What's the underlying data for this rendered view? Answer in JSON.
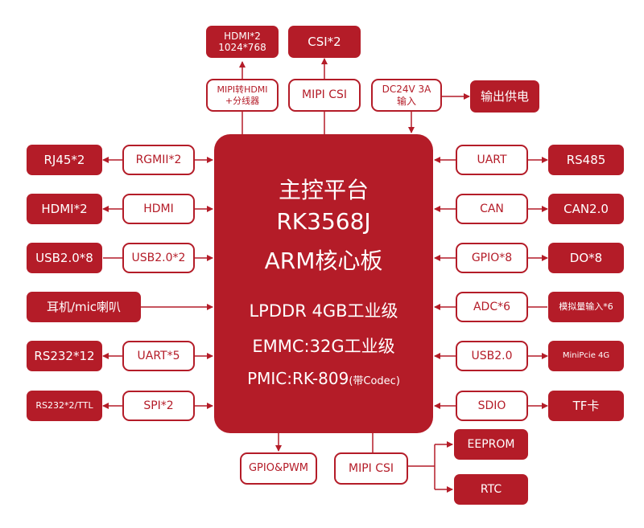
{
  "colors": {
    "accent": "#b41c28",
    "text_on_accent": "#ffffff",
    "background": "#ffffff"
  },
  "core": {
    "title_line1": "主控平台",
    "title_line2": "RK3568J",
    "title_line3": "ARM核心板",
    "spec_ram": "LPDDR 4GB工业级",
    "spec_emmc": "EMMC:32G工业级",
    "spec_pmic": "PMIC:RK-809",
    "spec_pmic_note": "(带Codec)"
  },
  "top": {
    "hdmi_out_line1": "HDMI*2",
    "hdmi_out_line2": "1024*768",
    "csi_out": "CSI*2",
    "mipi_bridge_line1": "MIPI转HDMI",
    "mipi_bridge_line2": "+分线器",
    "mipi_csi": "MIPI CSI",
    "power_in_line1": "DC24V 3A",
    "power_in_line2": "输入",
    "power_out": "输出供电"
  },
  "left": {
    "rj45": "RJ45*2",
    "rgmii": "RGMII*2",
    "hdmi_ext": "HDMI*2",
    "hdmi_if": "HDMI",
    "usb_ext": "USB2.0*8",
    "usb_if": "USB2.0*2",
    "audio": "耳机/mic喇叭",
    "rs232_ext": "RS232*12",
    "uart_if": "UART*5",
    "rs232_ttl": "RS232*2/TTL",
    "spi_if": "SPI*2"
  },
  "right": {
    "uart_if": "UART",
    "rs485": "RS485",
    "can_if": "CAN",
    "can_ext": "CAN2.0",
    "gpio_if": "GPIO*8",
    "do_ext": "DO*8",
    "adc_if": "ADC*6",
    "analog_ext": "模拟量输入*6",
    "usb_if": "USB2.0",
    "minipcie": "MiniPcie 4G",
    "sdio_if": "SDIO",
    "tf_ext": "TF卡"
  },
  "bottom": {
    "gpio_pwm": "GPIO&PWM",
    "mipi_csi": "MIPI CSI",
    "eeprom": "EEPROM",
    "rtc": "RTC"
  }
}
